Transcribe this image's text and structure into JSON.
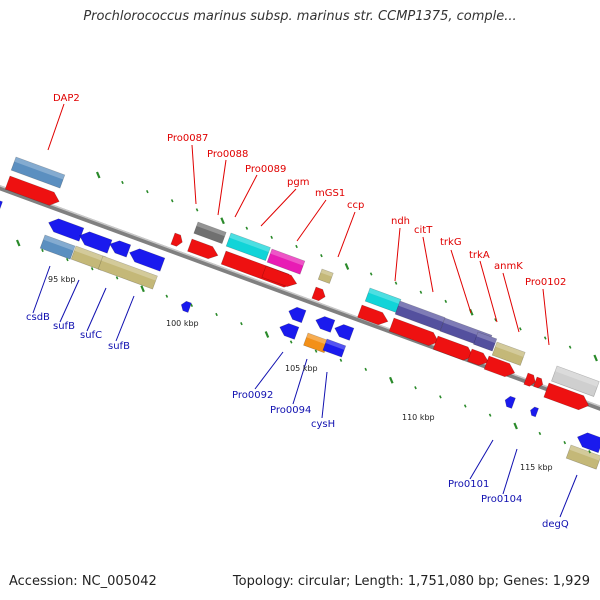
{
  "title": "Prochlorococcus marinus subsp. marinus str. CCMP1375, comple...",
  "footer": {
    "accession": "Accession: NC_005042",
    "topology": "Topology: circular; Length: 1,751,080 bp; Genes: 1,929"
  },
  "colors": {
    "backbone": "#888888",
    "cds": "#ee1111",
    "cds_reverse": "#1a1aee",
    "tick": "#2a8a2a",
    "label_forward": "#e00000",
    "label_reverse": "#1010b0"
  },
  "scale_labels": [
    "95 kbp",
    "100 kbp",
    "105 kbp",
    "110 kbp",
    "115 kbp"
  ],
  "forward_labels": [
    "DAP2",
    "Pro0087",
    "Pro0088",
    "Pro0089",
    "pgm",
    "mGS1",
    "ccp",
    "ndh",
    "citT",
    "trkG",
    "trkA",
    "anmK",
    "Pro0102"
  ],
  "reverse_labels": [
    "csdB",
    "sufB",
    "sufC",
    "sufB",
    "Pro0092",
    "Pro0094",
    "cysH",
    "Pro0101",
    "Pro0104",
    "degQ"
  ]
}
